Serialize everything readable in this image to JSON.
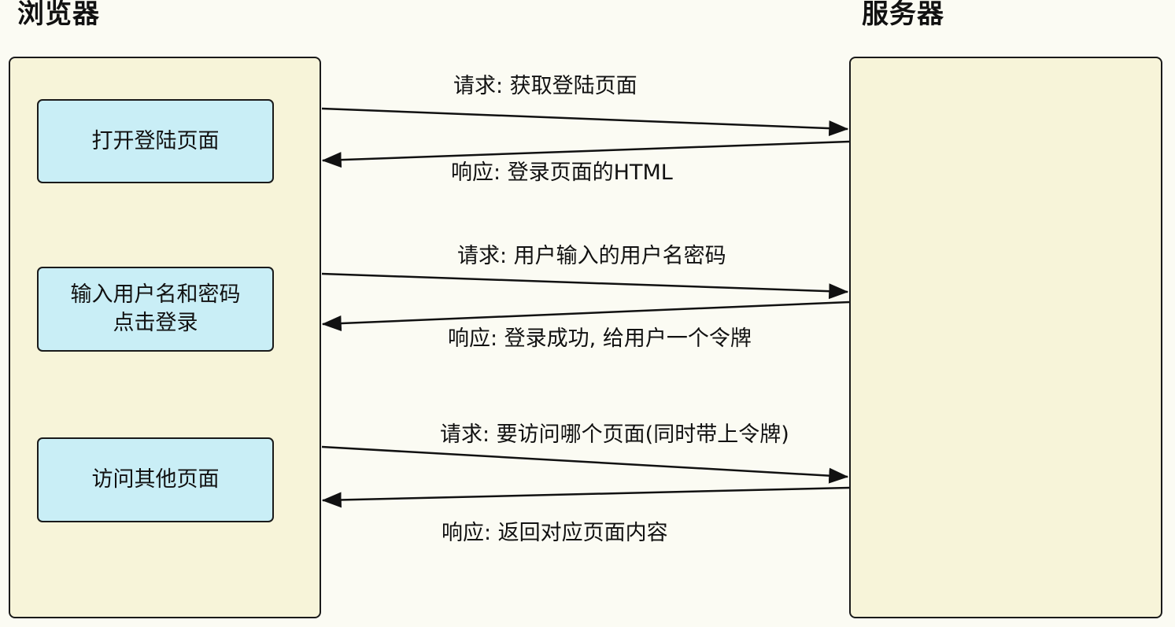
{
  "titles": {
    "browser": "浏览器",
    "server": "服务器"
  },
  "steps": [
    {
      "lines": [
        "打开登陆页面"
      ]
    },
    {
      "lines": [
        "输入用户名和密码",
        "点击登录"
      ]
    },
    {
      "lines": [
        "访问其他页面"
      ]
    }
  ],
  "messages": {
    "req_1": "请求: 获取登陆页面",
    "res_1": "响应: 登录页面的HTML",
    "req_2": "请求: 用户输入的用户名密码",
    "res_2": "响应: 登录成功, 给用户一个令牌",
    "req_3": "请求: 要访问哪个页面(同时带上令牌)",
    "res_3": "响应: 返回对应页面内容"
  },
  "colors": {
    "background": "#fbfbf3",
    "panel_fill": "#f7f4d9",
    "step_fill": "#c9eef6",
    "stroke": "#1a1a1a"
  }
}
